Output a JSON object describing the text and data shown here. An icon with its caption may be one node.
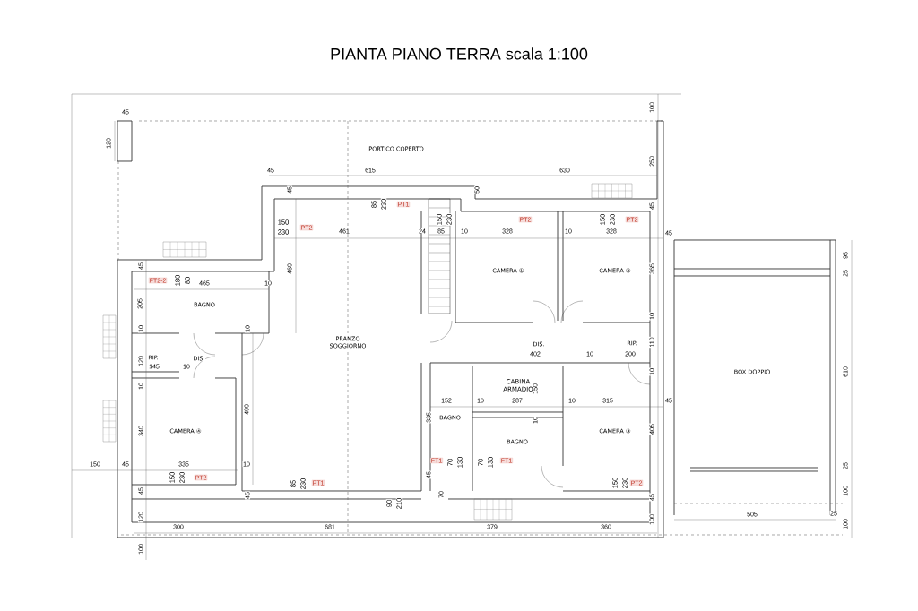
{
  "diagram": {
    "title": "PIANTA PIANO TERRA scala 1:100",
    "labels": [
      "45",
      "120",
      "100",
      "PORTICO COPERTO",
      "250",
      "45",
      "615",
      "630",
      "45",
      "50",
      "85",
      "230",
      "PT1",
      "45",
      "150",
      "230",
      "PT2",
      "150",
      "230",
      "PT2",
      "150",
      "230",
      "PT2",
      "461",
      "24",
      "85",
      "10",
      "328",
      "10",
      "328",
      "45",
      "95",
      "45",
      "460",
      "CAMERA ①",
      "CAMERA ②",
      "365",
      "25",
      "FT2-2",
      "180",
      "80",
      "465",
      "10",
      "205",
      "BAGNO",
      "10",
      "10",
      "10",
      "PRANZO SOGGIORNO",
      "DIS.",
      "RIP.",
      "110",
      "402",
      "10",
      "200",
      "120",
      "RIP.",
      "DIS.",
      "145",
      "10",
      "10",
      "BOX DOPPIO",
      "610",
      "CABINA ARMADIO",
      "10",
      "150",
      "152",
      "10",
      "287",
      "10",
      "315",
      "45",
      "490",
      "335",
      "BAGNO",
      "10",
      "CAMERA ④",
      "CAMERA ③",
      "340",
      "405",
      "BAGNO",
      "FT1",
      "70",
      "130",
      "70",
      "130",
      "FT1",
      "150",
      "45",
      "335",
      "10",
      "25",
      "150",
      "230",
      "PT2",
      "85",
      "230",
      "PT1",
      "45",
      "150",
      "230",
      "PT2",
      "45",
      "45",
      "70",
      "45",
      "100",
      "90",
      "210",
      "120",
      "100",
      "505",
      "25",
      "300",
      "681",
      "379",
      "360",
      "100",
      "100"
    ]
  }
}
